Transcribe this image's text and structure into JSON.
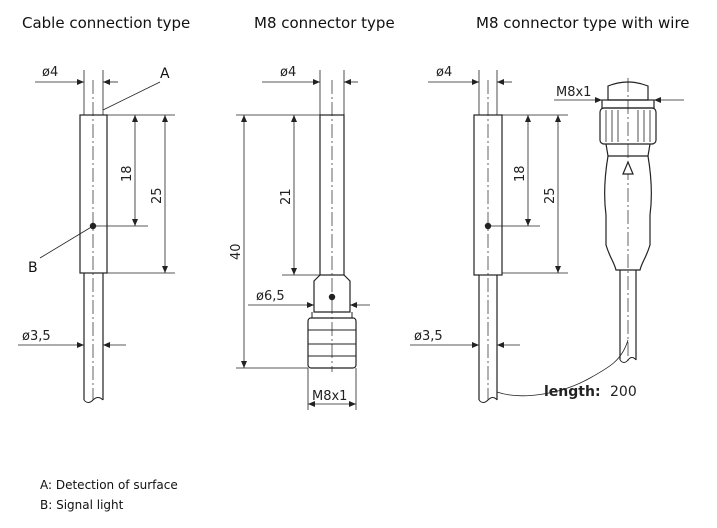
{
  "titles": {
    "cable": "Cable connection type",
    "m8": "M8 connector type",
    "m8wire": "M8 connector type with wire"
  },
  "cable": {
    "dia_top": "ø4",
    "dia_bottom": "ø3,5",
    "dim_inner": "18",
    "dim_outer": "25",
    "label_a": "A",
    "label_b": "B"
  },
  "m8": {
    "dia_top": "ø4",
    "dim_inner": "21",
    "dim_total": "40",
    "dia_nut": "ø6,5",
    "thread": "M8x1"
  },
  "m8wire": {
    "dia_top": "ø4",
    "dia_bottom": "ø3,5",
    "dim_inner": "18",
    "dim_outer": "25",
    "thread": "M8x1",
    "length_label": "length:",
    "length_value": "200"
  },
  "legend": {
    "a": "A: Detection of surface",
    "b": "B: Signal light"
  }
}
